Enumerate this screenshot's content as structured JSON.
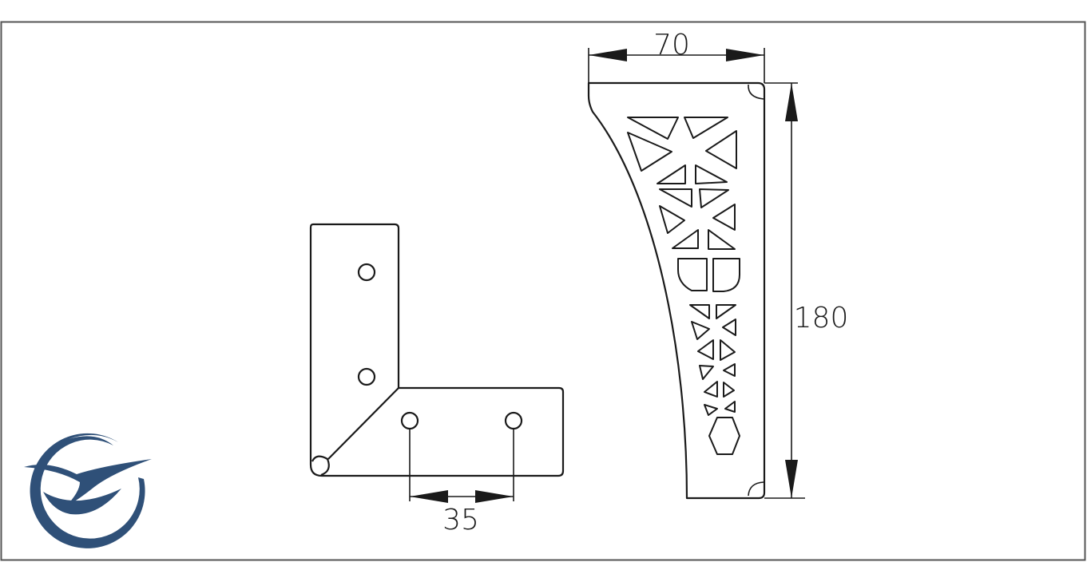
{
  "dimensions": {
    "leg_width": "70",
    "leg_height": "180",
    "hole_spacing": "35"
  },
  "colors": {
    "line": "#1a1a1a",
    "logo": "#2f5078",
    "frame": "#555555"
  },
  "logo": {
    "icon": "bird-over-wave-icon"
  }
}
